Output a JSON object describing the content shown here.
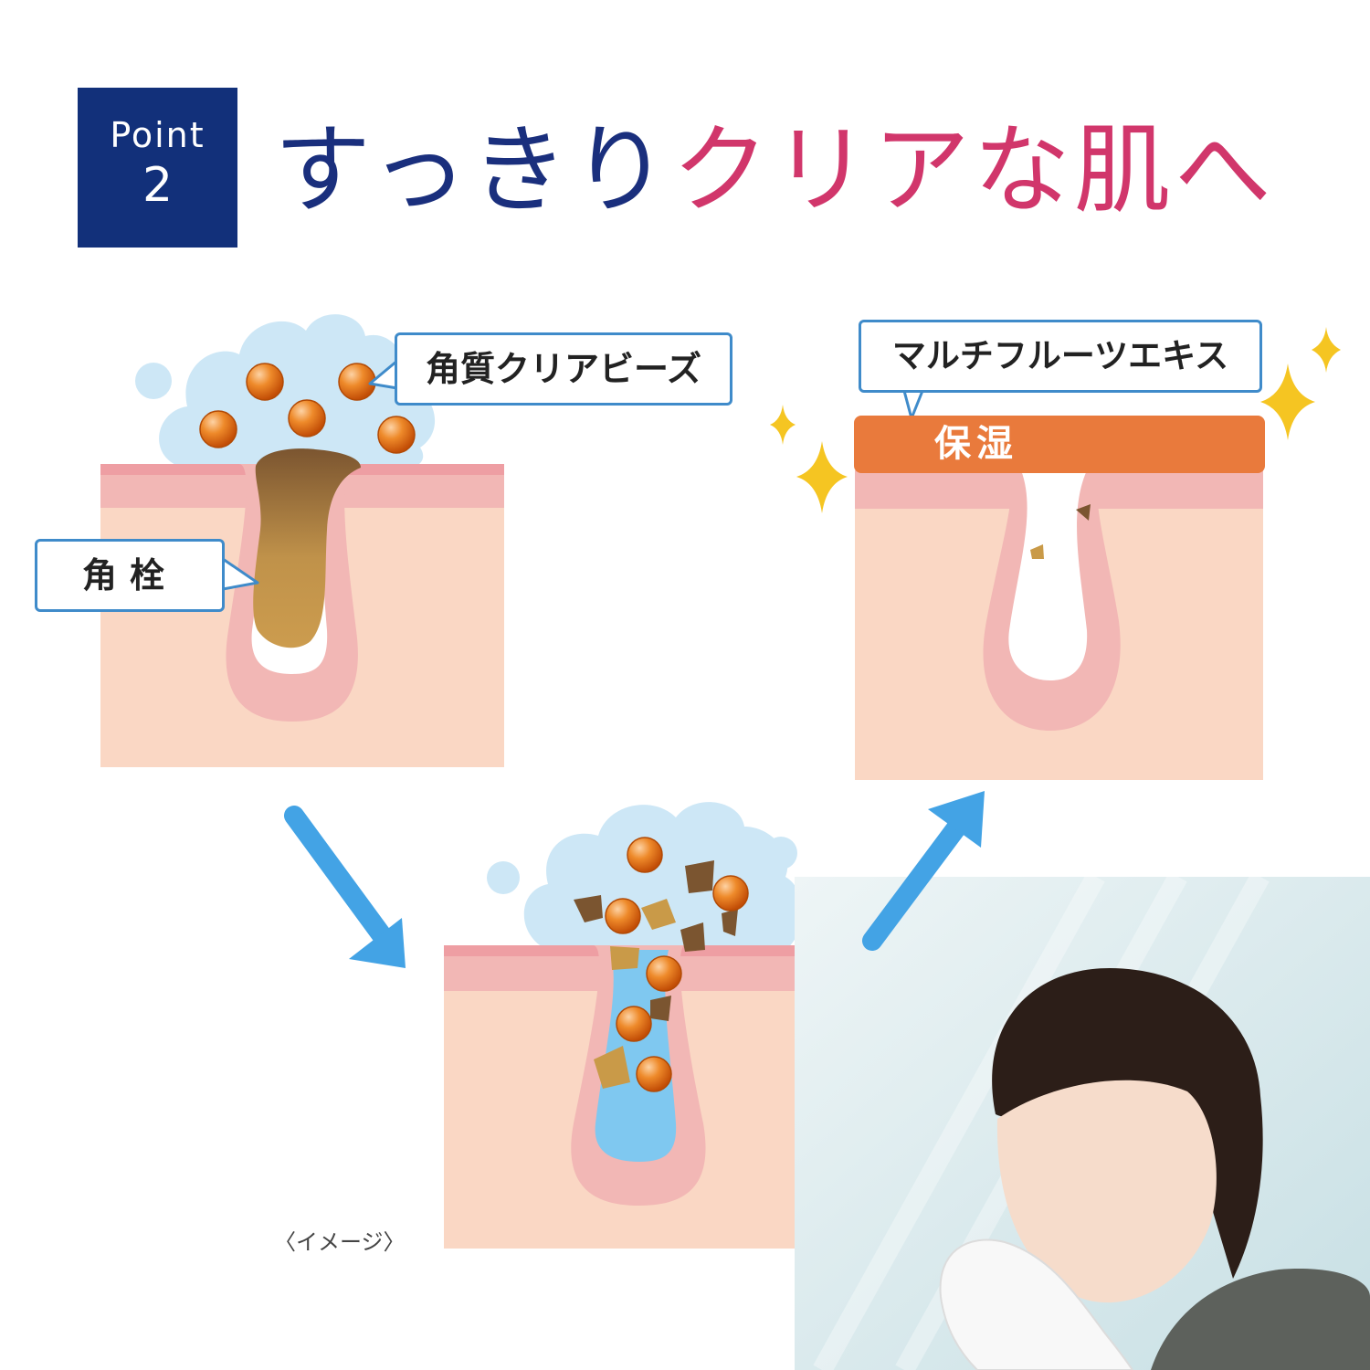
{
  "badge": {
    "word": "Point",
    "number": "2"
  },
  "title": {
    "part1": "すっきり",
    "part2": "クリア",
    "part3": "な肌へ"
  },
  "labels": {
    "beads": "角質クリアビーズ",
    "plug": "角栓",
    "extract": "マルチフルーツエキス",
    "moisture": "保湿"
  },
  "note": "〈イメージ〉",
  "colors": {
    "navy": "#12307a",
    "pink_text": "#d1366b",
    "skin": "#fad7c4",
    "skin_layer": "#f2b7b5",
    "foam": "#cde7f6",
    "bead": "#e36d14",
    "plug": "#b98a3c",
    "moisture_band": "#e97a3c",
    "arrow": "#43a3e5",
    "callout_border": "#3f8bca",
    "sparkle": "#f5c522"
  },
  "icons": [
    "sparkle-icon",
    "arrow-down-right-icon",
    "arrow-up-right-icon"
  ]
}
